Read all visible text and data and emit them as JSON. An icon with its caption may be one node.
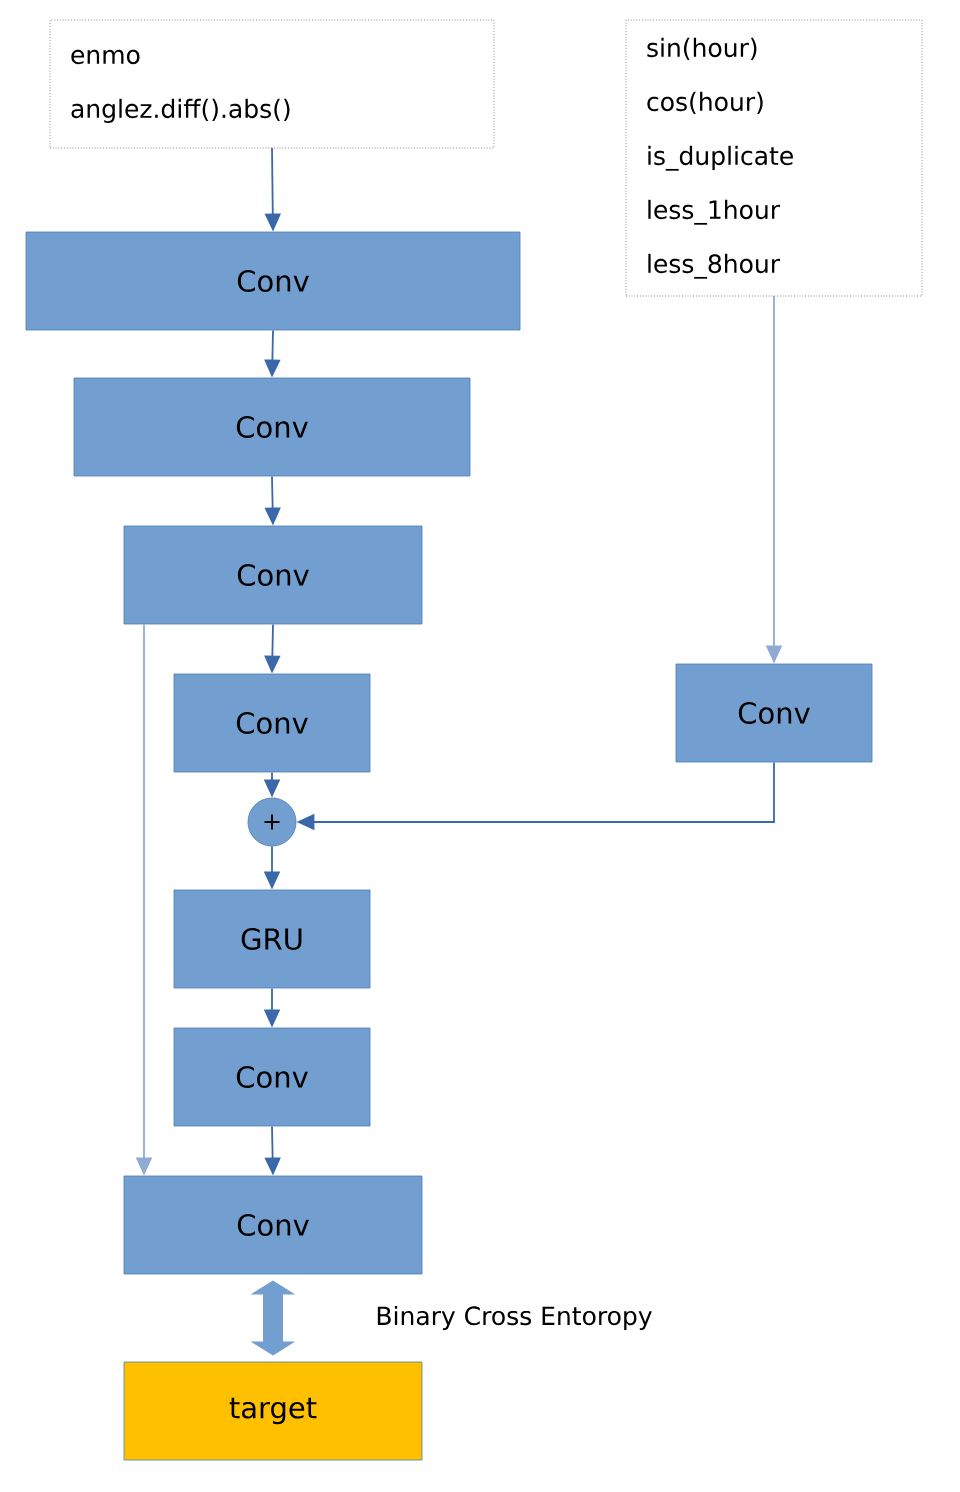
{
  "diagram": {
    "nodes": [
      {
        "text": [
          "enmo",
          "anglez.diff().abs()"
        ]
      },
      {
        "text": [
          "Conv"
        ]
      },
      {
        "text": [
          "Conv"
        ]
      },
      {
        "text": [
          "Conv"
        ]
      },
      {
        "text": [
          "Conv"
        ]
      },
      {
        "text": [
          "+"
        ]
      },
      {
        "text": [
          "GRU"
        ]
      },
      {
        "text": [
          "Conv"
        ]
      },
      {
        "text": [
          "Conv"
        ]
      },
      {
        "text": [
          "target"
        ]
      },
      {
        "text": [
          "sin(hour)",
          "cos(hour)",
          "is_duplicate",
          "less_1hour",
          "less_8hour"
        ]
      },
      {
        "text": [
          "Conv"
        ]
      }
    ],
    "edges": [
      {
        "from": 0,
        "to": 1,
        "arrow": "to"
      },
      {
        "from": 1,
        "to": 2,
        "arrow": "to"
      },
      {
        "from": 2,
        "to": 3,
        "arrow": "to"
      },
      {
        "from": 3,
        "to": 4,
        "arrow": "to"
      },
      {
        "from": 4,
        "to": 5,
        "arrow": "to"
      },
      {
        "from": 5,
        "to": 6,
        "arrow": "to"
      },
      {
        "from": 6,
        "to": 7,
        "arrow": "to"
      },
      {
        "from": 7,
        "to": 8,
        "arrow": "to"
      },
      {
        "from": 3,
        "to": 8,
        "arrow": "to",
        "color": "#8faad4"
      },
      {
        "from": 10,
        "to": 11,
        "arrow": "to",
        "color": "#8faad4"
      },
      {
        "from": 11,
        "to": 5,
        "arrow": "to"
      },
      {
        "from": 8,
        "to": 9,
        "arrow": "both",
        "label": "Binary Cross Entoropy",
        "style": "thick"
      }
    ]
  }
}
